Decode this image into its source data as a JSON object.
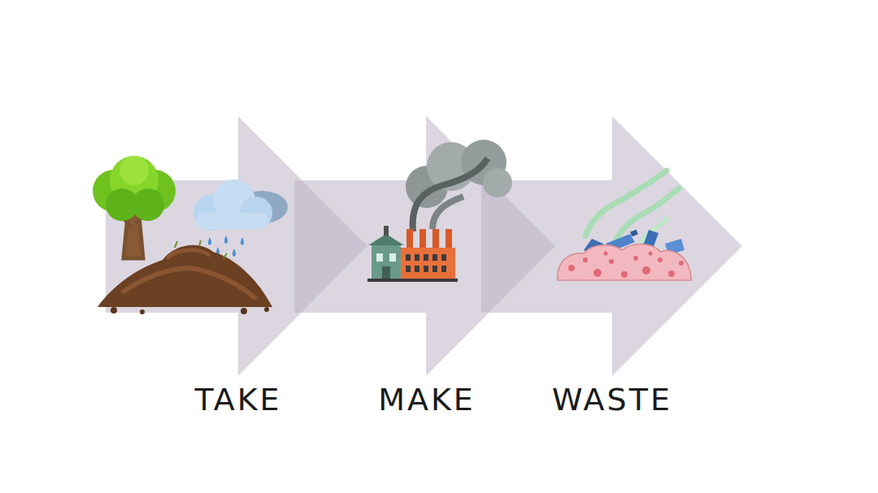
{
  "diagram": {
    "labels": [
      "TAKE",
      "MAKE",
      "WASTE"
    ]
  }
}
